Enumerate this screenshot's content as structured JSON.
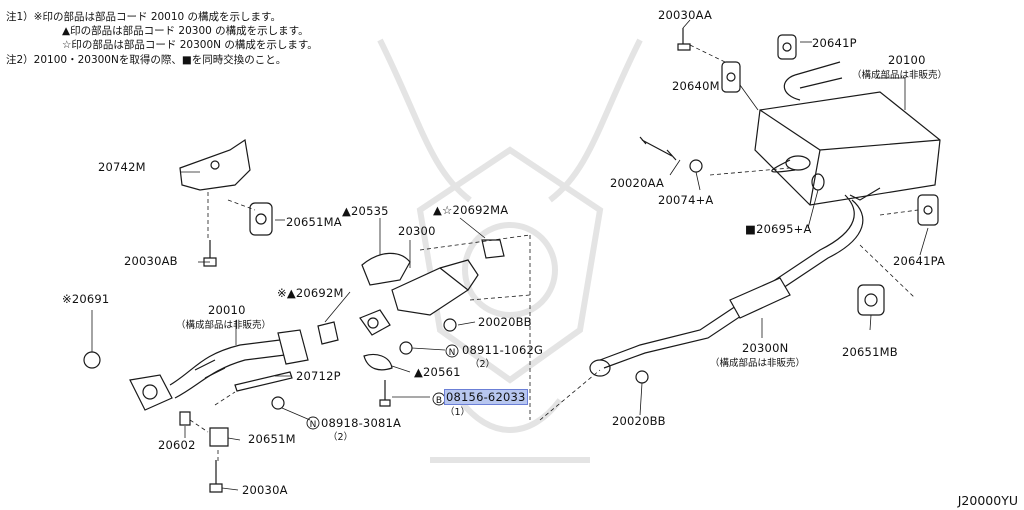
{
  "notes": {
    "n1": "注1）※印の部品は部品コード 20010 の構成を示します。",
    "n2": "▲印の部品は部品コード 20300 の構成を示します。",
    "n3": "☆印の部品は部品コード 20300N の構成を示します。",
    "n4": "注2）20100・20300Nを取得の際、■を同時交換のこと。"
  },
  "labels": {
    "p20030AA": "20030AA",
    "p20641P": "20641P",
    "p20100": "20100",
    "p20100_sub": "（構成部品は非販売）",
    "p20640M": "20640M",
    "p20742M": "20742M",
    "p20020AA": "20020AA",
    "p20074A": "20074+A",
    "p20535": "▲20535",
    "p20692MA": "▲☆20692MA",
    "p20651MA": "20651MA",
    "p20300": "20300",
    "p20695A": "■20695+A",
    "p20030AB": "20030AB",
    "p20641PA": "20641PA",
    "p20691": "※20691",
    "p20692M": "※▲20692M",
    "p20010": "20010",
    "p20010_sub": "（構成部品は非販売）",
    "p20020BB_a": "20020BB",
    "p08911": "08911-1062G",
    "p08911_qty": "（2）",
    "p20561": "▲20561",
    "p20712P": "20712P",
    "p20300N": "20300N",
    "p20300N_sub": "（構成部品は非販売）",
    "p20651MB": "20651MB",
    "p08156": "08156-62033",
    "p08156_qty": "（1）",
    "p08918": "08918-3081A",
    "p08918_qty": "（2）",
    "p20602": "20602",
    "p20651M": "20651M",
    "p20020BB_b": "20020BB",
    "p20030A": "20030A",
    "symbol_N": "N",
    "symbol_B": "B"
  },
  "diagram_code": "J20000YU",
  "colors": {
    "line": "#1a1a1a",
    "highlight": "#b8c7f0",
    "watermark": "#e2e2e2"
  }
}
